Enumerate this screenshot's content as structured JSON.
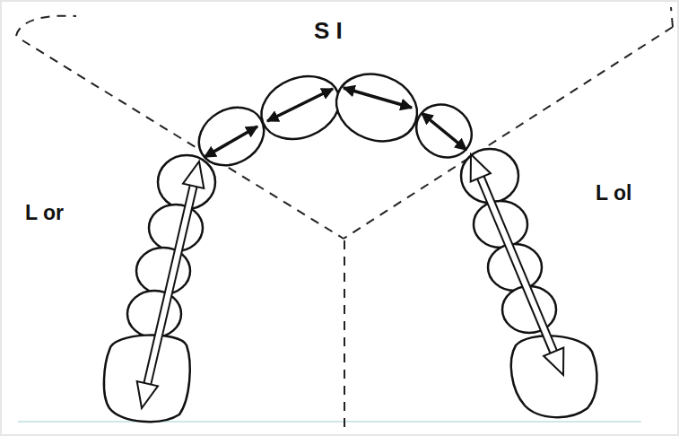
{
  "diagram": {
    "labels": [
      "S I",
      "L or",
      "L ol"
    ]
  }
}
